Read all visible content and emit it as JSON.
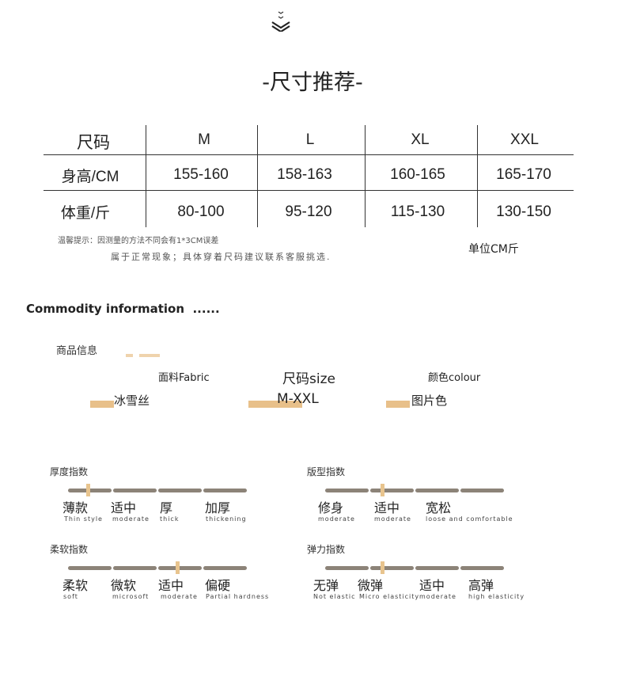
{
  "header": {
    "icon": "double-chevron-down-icon",
    "title": "-尺寸推荐-"
  },
  "size_table": {
    "headers": [
      "尺码",
      "M",
      "L",
      "XL",
      "XXL"
    ],
    "rows": [
      [
        "身高/CM",
        "155-160",
        "158-163",
        "160-165",
        "165-170"
      ],
      [
        "体重/斤",
        "80-100",
        "95-120",
        "115-130",
        "130-150"
      ]
    ]
  },
  "notes": {
    "tip": "温馨提示：因测量的方法不同会有1*3CM误差",
    "tip2": "属于正常现象；具体穿着尺码建议联系客服挑选.",
    "unit": "单位CM斤"
  },
  "commodity": {
    "heading": "Commodity information  ......",
    "label": "商品信息",
    "fabric_label": "面料Fabric",
    "fabric_value": "冰雪丝",
    "size_label": "尺码size",
    "size_value": "M-XXL",
    "color_label": "颜色colour",
    "color_value": "图片色"
  },
  "indices": [
    {
      "title": "厚度指数",
      "selected": 0,
      "options": [
        {
          "cn": "薄款",
          "en": "Thin style"
        },
        {
          "cn": "适中",
          "en": "moderate"
        },
        {
          "cn": "厚",
          "en": "thick"
        },
        {
          "cn": "加厚",
          "en": "thickening"
        }
      ]
    },
    {
      "title": "版型指数",
      "selected": 1,
      "options": [
        {
          "cn": "修身",
          "en": "moderate"
        },
        {
          "cn": "适中",
          "en": "moderate"
        },
        {
          "cn": "宽松",
          "en": "loose and comfortable"
        }
      ]
    },
    {
      "title": "柔软指数",
      "selected": 2,
      "options": [
        {
          "cn": "柔软",
          "en": "soft"
        },
        {
          "cn": "微软",
          "en": "microsoft"
        },
        {
          "cn": "适中",
          "en": "moderate"
        },
        {
          "cn": "偏硬",
          "en": "Partial hardness"
        }
      ]
    },
    {
      "title": "弹力指数",
      "selected": 1,
      "options": [
        {
          "cn": "无弹",
          "en": "Not elastic"
        },
        {
          "cn": "微弹",
          "en": "Micro elasticity"
        },
        {
          "cn": "适中",
          "en": "moderate"
        },
        {
          "cn": "高弹",
          "en": "high elasticity"
        }
      ]
    }
  ],
  "colors": {
    "accent": "#e8c08a",
    "bar": "#8c8378"
  }
}
